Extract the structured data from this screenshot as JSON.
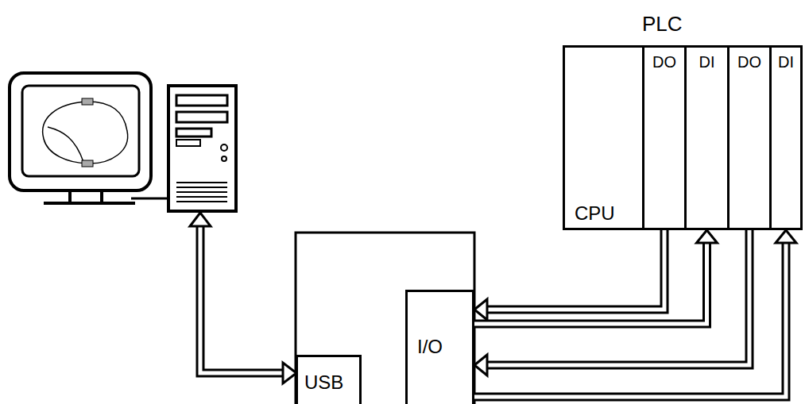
{
  "diagram": {
    "nodes": [
      {
        "text": [
          "PLC"
        ]
      },
      {
        "text": [
          "CPU"
        ],
        "in": 0
      },
      {
        "text": [
          "DO"
        ],
        "in": 0
      },
      {
        "text": [
          "DI"
        ],
        "in": 0
      },
      {
        "text": [
          "DO"
        ],
        "in": 0
      },
      {
        "text": [
          "DI"
        ],
        "in": 0
      },
      {
        "text": [
          "USB"
        ]
      },
      {
        "text": [
          "I/O"
        ]
      }
    ],
    "edges": [
      {
        "from": 2,
        "to": 7,
        "arrow": "to"
      },
      {
        "from": 7,
        "to": 3,
        "arrow": "to"
      },
      {
        "from": 4,
        "to": 7,
        "arrow": "to"
      },
      {
        "from": 7,
        "to": 5,
        "arrow": "to"
      }
    ]
  }
}
